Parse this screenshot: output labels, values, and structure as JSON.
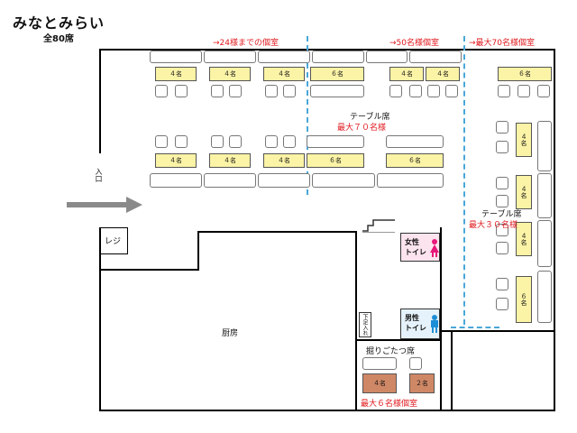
{
  "header": {
    "title": "みなとみらい",
    "seats": "全80席"
  },
  "notes": {
    "room24": "→24様までの個室",
    "room50": "→50名様個室",
    "room70": "→最大70名様個室"
  },
  "areas": {
    "table_main": "テーブル席",
    "table_main_cap": "最大７０名様",
    "table_side": "テーブル席",
    "table_side_cap": "最大３０名様",
    "entrance": "入口",
    "register": "レジ",
    "kitchen": "厨房",
    "shoe_area": "下足入れ",
    "horigotatsu": "掘りごたつ席",
    "horigotatsu_cap": "最大６名様個室"
  },
  "toilets": {
    "female": "女性トイレ",
    "female_lines": [
      "女性",
      "トイレ"
    ],
    "male": "男性トイレ",
    "male_lines": [
      "男性",
      "トイレ"
    ]
  },
  "tables": {
    "t4": "４名",
    "t6": "６名",
    "t2": "２名"
  },
  "colors": {
    "table": "#fbf3a6",
    "horigotatsu_table": "#cf8866",
    "female_room": "#fce4ef",
    "male_room": "#e6f2fb",
    "partition": "#4aa7d8",
    "note": "#e0191e",
    "arrow": "#8a8a8a"
  },
  "icons": {
    "female_toilet": "woman-icon",
    "male_toilet": "man-icon",
    "entrance_arrow": "arrow-right-icon",
    "stairs": "stairs-icon"
  }
}
